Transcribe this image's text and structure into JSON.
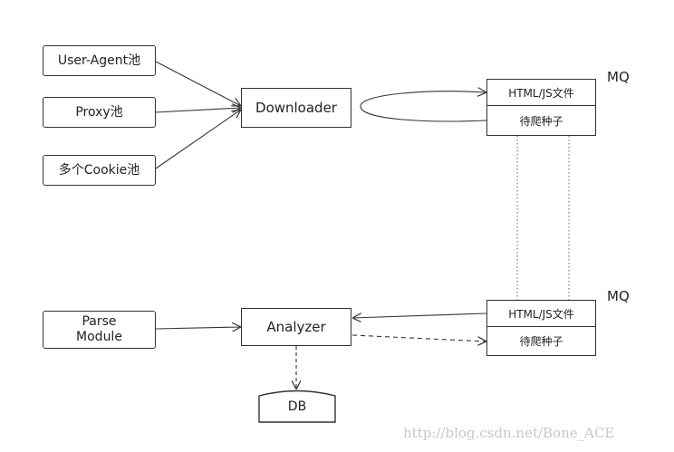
{
  "sources": {
    "user_agent": "User-Agent池",
    "proxy": "Proxy池",
    "cookie": "多个Cookie池"
  },
  "downloader": "Downloader",
  "analyzer": "Analyzer",
  "parse_module": {
    "line1": "Parse",
    "line2": "Module"
  },
  "db": "DB",
  "mq_top": {
    "label": "MQ",
    "row1": "HTML/JS文件",
    "row2": "待爬种子"
  },
  "mq_bottom": {
    "label": "MQ",
    "row1": "HTML/JS文件",
    "row2": "待爬种子"
  },
  "watermark": "http://blog.csdn.net/Bone_ACE"
}
